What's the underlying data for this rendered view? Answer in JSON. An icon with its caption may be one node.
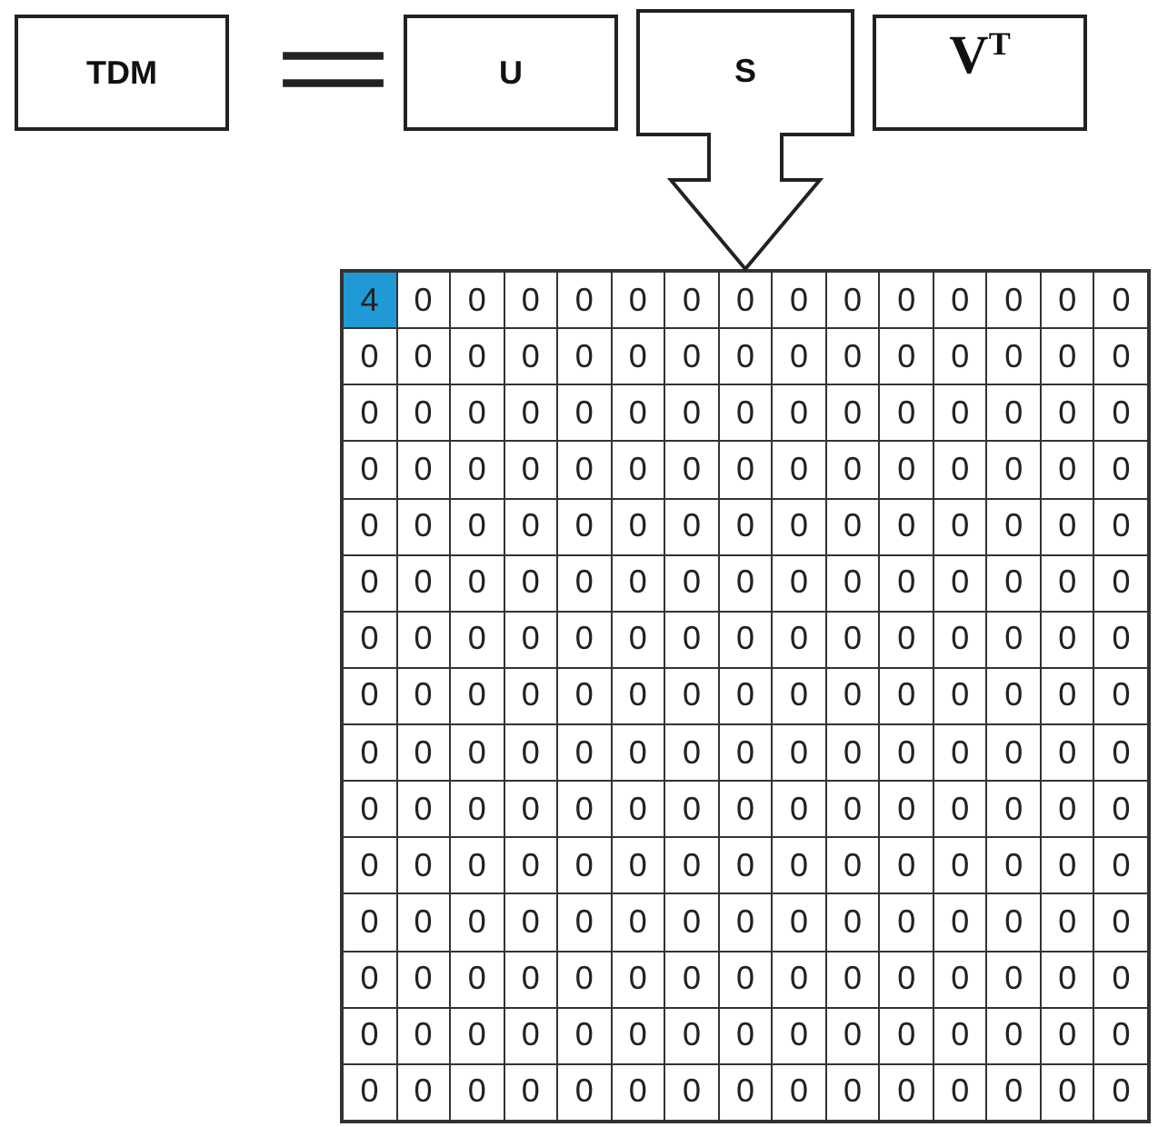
{
  "diagram": {
    "nodes": [
      {
        "text": [
          "TDM"
        ]
      },
      {
        "text": [
          "U"
        ]
      },
      {
        "text": [
          "S"
        ]
      },
      {
        "text": [
          "V$^{T}$"
        ]
      },
      {
        "text": [],
        "shape": "box"
      }
    ],
    "edges": [
      {
        "from": 2,
        "to": 4,
        "arrow": "to"
      }
    ],
    "labels": [
      "=",
      "4",
      "0",
      "0",
      "0",
      "0",
      "0",
      "0",
      "0",
      "0",
      "0",
      "0",
      "0",
      "0",
      "0",
      "0",
      "0",
      "0",
      "0",
      "0",
      "0",
      "0",
      "0",
      "0",
      "0",
      "0",
      "0",
      "0",
      "0",
      "0",
      "0",
      "0",
      "0",
      "0",
      "0",
      "0",
      "0",
      "0",
      "0",
      "0",
      "0",
      "0",
      "0",
      "0",
      "0",
      "0",
      "0",
      "0",
      "0",
      "0",
      "0",
      "0",
      "0",
      "0",
      "0",
      "0",
      "0",
      "0",
      "0",
      "0",
      "0",
      "0",
      "0",
      "0",
      "0",
      "0",
      "0",
      "0",
      "0",
      "0",
      "0",
      "0",
      "0",
      "0",
      "0",
      "0",
      "0",
      "0",
      "0",
      "0",
      "0",
      "0",
      "0",
      "0",
      "0",
      "0",
      "0",
      "0",
      "0",
      "0",
      "0",
      "0",
      "0",
      "0",
      "0",
      "0",
      "0",
      "0",
      "0",
      "0",
      "0",
      "0",
      "0",
      "0",
      "0",
      "0",
      "0",
      "0",
      "0",
      "0",
      "0",
      "0",
      "0",
      "0",
      "0",
      "0",
      "0",
      "0",
      "0",
      "0",
      "0",
      "0",
      "0",
      "0",
      "0",
      "0",
      "0",
      "0",
      "0",
      "0",
      "0",
      "0",
      "0",
      "0",
      "0",
      "0",
      "0",
      "0",
      "0",
      "0",
      "0",
      "0",
      "0",
      "0",
      "0",
      "0",
      "0",
      "0",
      "0",
      "0",
      "0",
      "0",
      "0",
      "0",
      "0",
      "0",
      "0",
      "0",
      "0",
      "0",
      "0",
      "0",
      "0",
      "0",
      "0",
      "0",
      "0",
      "0",
      "0",
      "0",
      "0",
      "0",
      "0",
      "0",
      "0",
      "0",
      "0",
      "0",
      "0",
      "0",
      "0",
      "0",
      "0",
      "0",
      "0",
      "0",
      "0",
      "0",
      "0",
      "0",
      "0",
      "0",
      "0",
      "0",
      "0",
      "0",
      "0",
      "0",
      "0",
      "0",
      "0",
      "0",
      "0",
      "0",
      "0",
      "0",
      "0",
      "0",
      "0",
      "0",
      "0",
      "0",
      "0",
      "0",
      "0",
      "0",
      "0",
      "0",
      "0",
      "0",
      "0",
      "0",
      "0",
      "0",
      "0",
      "0"
    ]
  }
}
